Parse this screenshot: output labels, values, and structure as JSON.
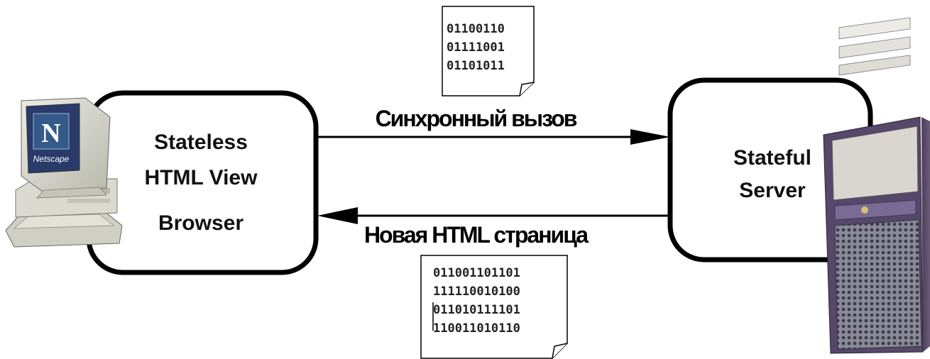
{
  "client_box": {
    "line1": "Stateless",
    "line2": "HTML View",
    "line3": "Browser"
  },
  "server_box": {
    "line1": "Stateful",
    "line2": "Server"
  },
  "request_arrow": {
    "label": "Синхронный вызов"
  },
  "response_arrow": {
    "label": "Новая HTML страница"
  },
  "request_document": {
    "lines": [
      "01100110",
      "01111001",
      "01101011"
    ]
  },
  "response_document": {
    "lines": [
      "011001101101",
      "111110010100",
      "011010111101",
      "110011010110"
    ]
  },
  "monitor_screen": {
    "logo_letter": "N",
    "brand": "Netscape"
  },
  "icons": {
    "client": "netscape-computer-icon",
    "server": "tower-server-icon",
    "documents": "document-icon"
  },
  "colors": {
    "stroke": "#000000",
    "background": "#ffffff"
  }
}
